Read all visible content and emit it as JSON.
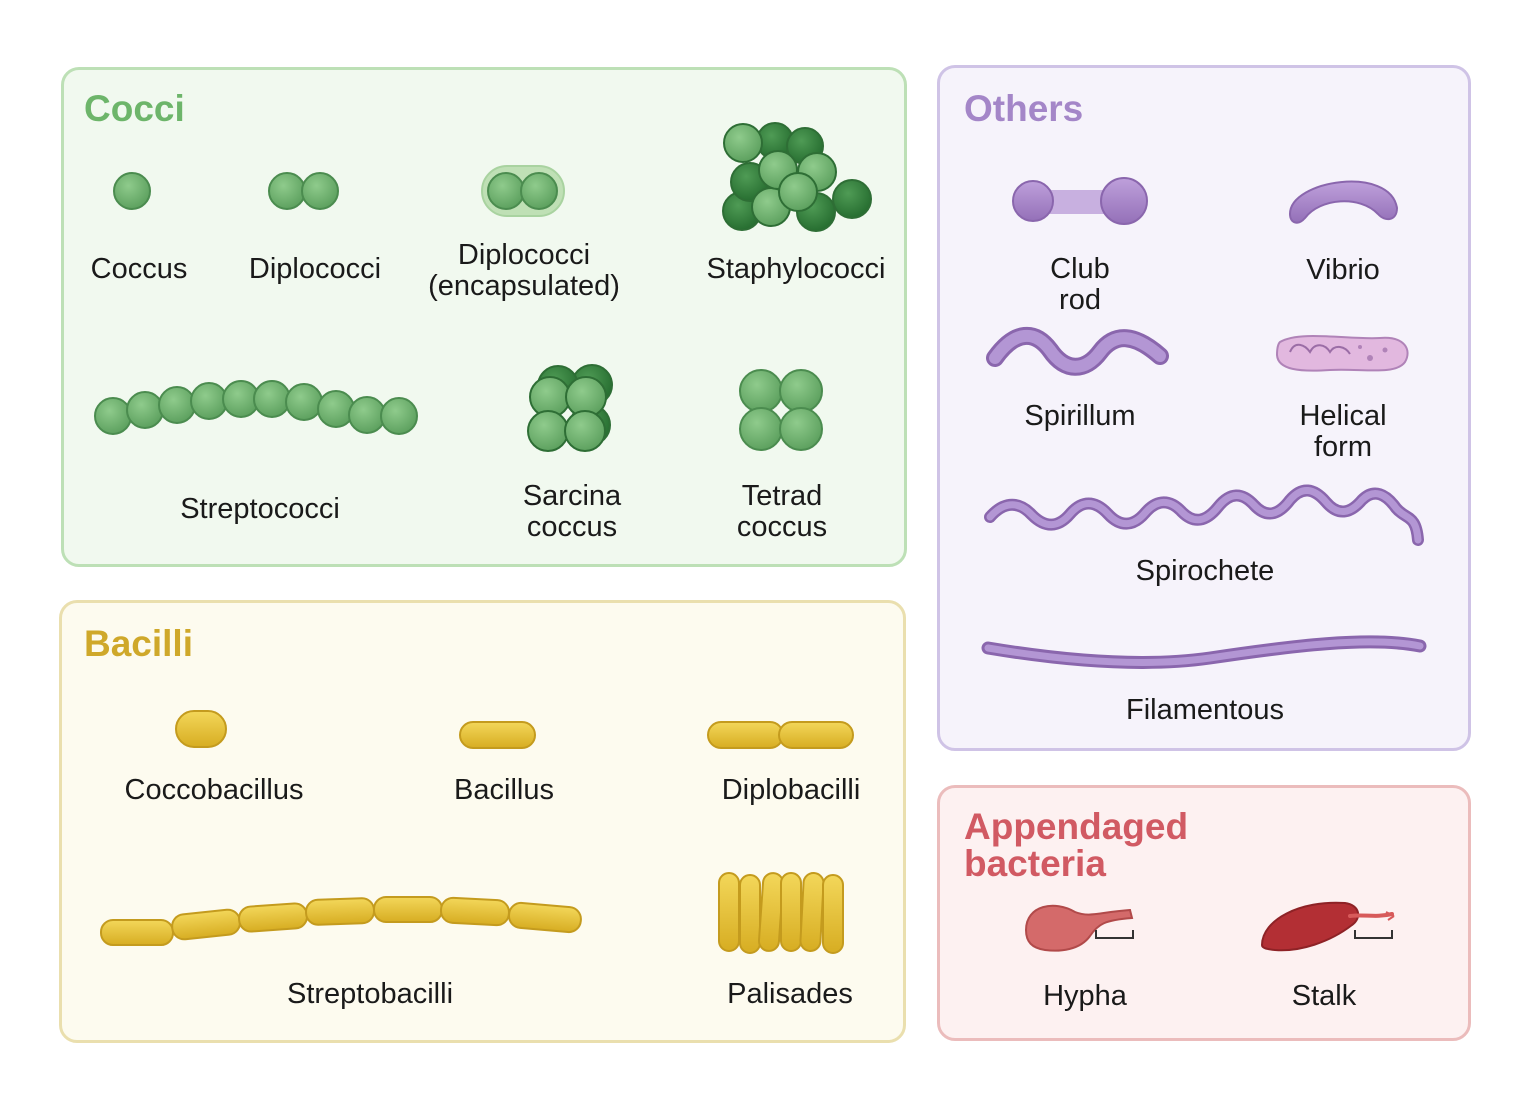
{
  "panels": {
    "cocci": {
      "title": "Cocci",
      "color": "#6db56a",
      "items": [
        "Coccus",
        "Diplococci",
        "Diplococci\n(encapsulated)",
        "Staphylococci",
        "Streptococci",
        "Sarcina\ncoccus",
        "Tetrad\ncoccus"
      ]
    },
    "bacilli": {
      "title": "Bacilli",
      "color": "#cfa82a",
      "items": [
        "Coccobacillus",
        "Bacillus",
        "Diplobacilli",
        "Streptobacilli",
        "Palisades"
      ]
    },
    "others": {
      "title": "Others",
      "color": "#a486c8",
      "items": [
        "Club\nrod",
        "Vibrio",
        "Spirillum",
        "Helical\nform",
        "Spirochete",
        "Filamentous"
      ]
    },
    "appendaged": {
      "title": "Appendaged\nbacteria",
      "color": "#d15a63",
      "items": [
        "Hypha",
        "Stalk"
      ]
    }
  },
  "colors": {
    "green": "#6aa96a",
    "green_dark": "#2f7a3a",
    "yellow": "#e7c23a",
    "purple": "#a680c6",
    "red": "#c95a5a"
  }
}
